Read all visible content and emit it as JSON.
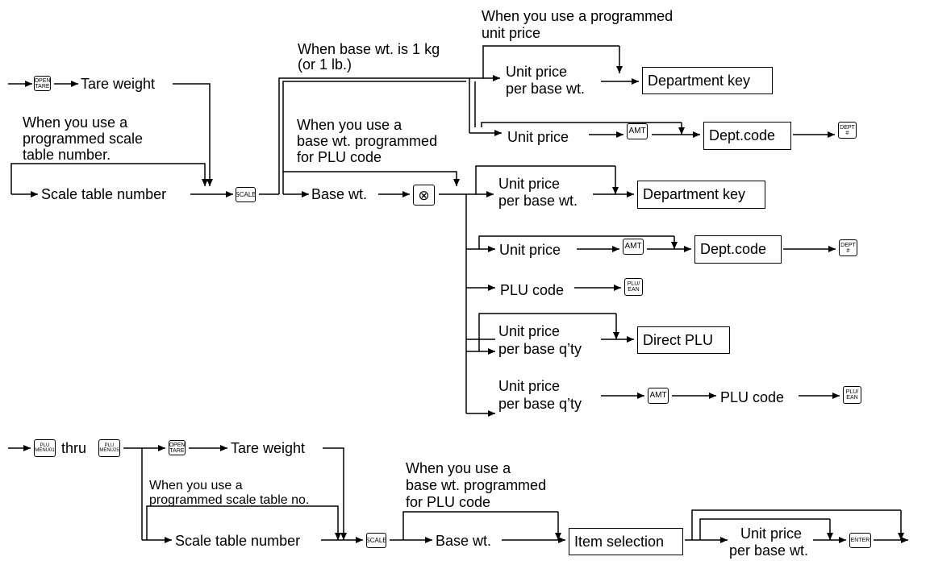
{
  "keys": {
    "open_tare": [
      "OPEN",
      "TARE"
    ],
    "scale": [
      "SCALE"
    ],
    "amt": [
      "AMT"
    ],
    "dept_hash": [
      "DEPT",
      "#"
    ],
    "plu_ean": [
      "PLU/",
      "EAN"
    ],
    "multiply": [
      "⊗"
    ],
    "plu_menu01": [
      "PLU",
      "MENU01"
    ],
    "plu_menu25": [
      "PLU",
      "MENU25"
    ],
    "enter": [
      "ENTER"
    ]
  },
  "top": {
    "tare_weight": "Tare weight",
    "note_scale_table": [
      "When you use a",
      "programmed scale",
      "table number."
    ],
    "scale_table_number": "Scale table number",
    "note_base_1kg": [
      "When base wt. is 1 kg",
      "(or 1 lb.)"
    ],
    "note_programmed_unit_price": [
      "When you use a programmed",
      "unit price"
    ],
    "unit_price_per_base_wt": [
      "Unit price",
      "per base wt."
    ],
    "department_key": "Department key",
    "unit_price": "Unit price",
    "dept_code": "Dept.code",
    "note_base_plu": [
      "When you use a",
      "base wt. programmed",
      "for PLU code"
    ],
    "base_wt": "Base wt.",
    "plu_code": "PLU code",
    "unit_price_per_base_qty": [
      "Unit price",
      "per base q’ty"
    ],
    "direct_plu": "Direct PLU"
  },
  "bottom": {
    "thru": "thru",
    "tare_weight": "Tare weight",
    "note_scale_table": [
      "When you use a",
      "programmed scale table no."
    ],
    "scale_table_number": "Scale table number",
    "note_base_plu": [
      "When you use a",
      "base wt. programmed",
      "for PLU code"
    ],
    "base_wt": "Base wt.",
    "item_selection": "Item selection",
    "unit_price_per_base_wt": [
      "Unit price",
      "per base wt."
    ]
  }
}
